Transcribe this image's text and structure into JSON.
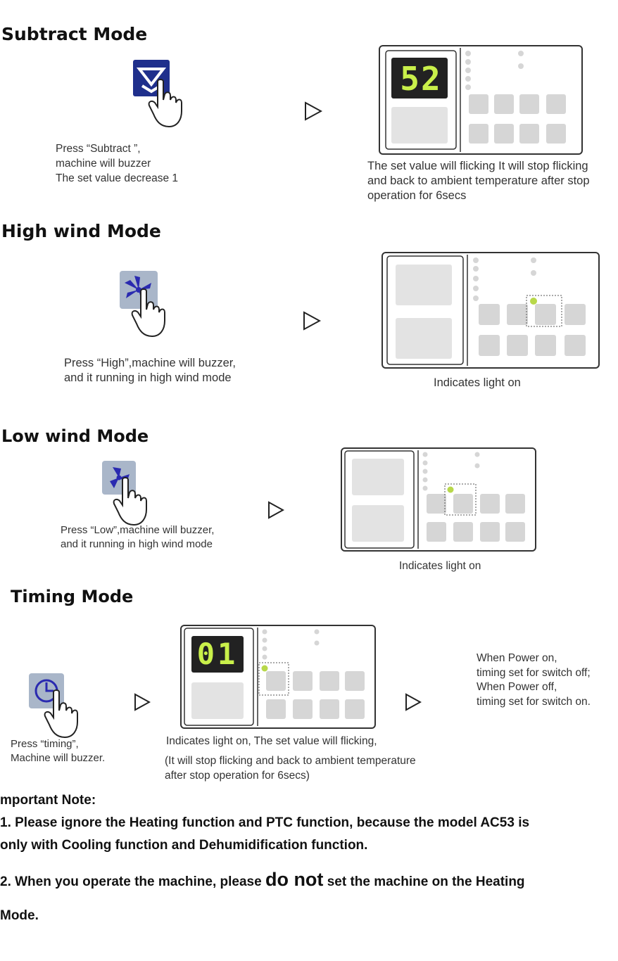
{
  "sections": {
    "subtract": {
      "title": "Subtract Mode",
      "press_caption": [
        "Press “Subtract ”,",
        "machine will buzzer",
        "The set value decrease 1"
      ],
      "result_caption": [
        "The set value will flicking It will stop flicking",
        "and back to ambient temperature after stop",
        "operation for 6secs"
      ],
      "display_value": "52"
    },
    "high_wind": {
      "title": "High wind Mode",
      "press_caption": [
        "Press “High”,machine will buzzer,",
        "and it running in high wind mode"
      ],
      "result_caption": [
        "Indicates light on"
      ]
    },
    "low_wind": {
      "title": "Low wind Mode",
      "press_caption": [
        "Press “Low”,machine will buzzer,",
        "and it running in high wind mode"
      ],
      "result_caption": [
        "Indicates light on"
      ]
    },
    "timing": {
      "title": "Timing Mode",
      "press_caption": [
        "Press “timing”,",
        "Machine will buzzer."
      ],
      "result_caption": [
        "Indicates light on,   The set value will flicking,"
      ],
      "result_caption2": [
        "(It will stop flicking and back to ambient temperature",
        "after stop operation for 6secs)"
      ],
      "side_caption": [
        "When Power on,",
        "timing set for switch off;",
        "When Power off,",
        "timing set for switch on."
      ],
      "display_value": "01"
    }
  },
  "important_note": {
    "heading": "mportant Note:",
    "line1": "1. Please ignore the Heating function and PTC function, because the model AC53 is",
    "line2": "only with Cooling function and Dehumidification function.",
    "line3_pre": "2. When you operate the machine, please ",
    "line3_emph": "do not",
    "line3_post": " set the machine on the Heating",
    "line4": "Mode."
  },
  "colors": {
    "subtract_button": "#1f2f8c",
    "segment_green": "#c9f04a",
    "indicator_green": "#b8d84a",
    "panel_gray": "#d9d9d9"
  }
}
